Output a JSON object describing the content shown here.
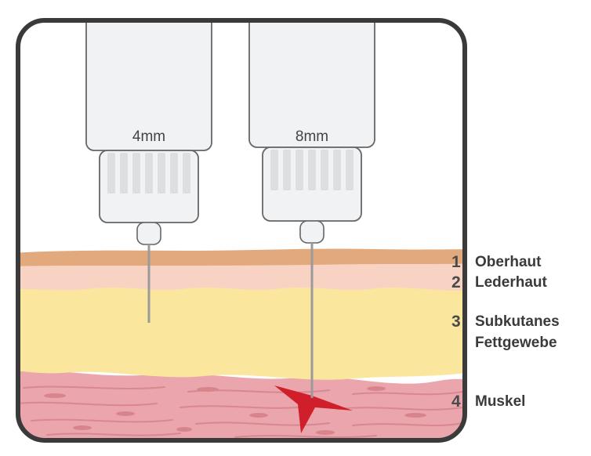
{
  "pens": [
    {
      "length_label": "4mm"
    },
    {
      "length_label": "8mm"
    }
  ],
  "layers": [
    {
      "number": "1",
      "name": "Oberhaut",
      "color": "#e2a97c"
    },
    {
      "number": "2",
      "name": "Lederhaut",
      "color": "#f8d3c4"
    },
    {
      "number": "3",
      "name_line1": "Subkutanes",
      "name_line2": "Fettgewebe",
      "color": "#fbe69d"
    },
    {
      "number": "4",
      "name": "Muskel",
      "color": "#eba5ad"
    }
  ],
  "colors": {
    "frame": "#3a3a3a",
    "pen_body": "#f1f2f3",
    "pen_stroke": "#666666",
    "needle": "#9a9a9a",
    "muscle_fiber": "#d88891",
    "injury_mark": "#d01f2b"
  }
}
